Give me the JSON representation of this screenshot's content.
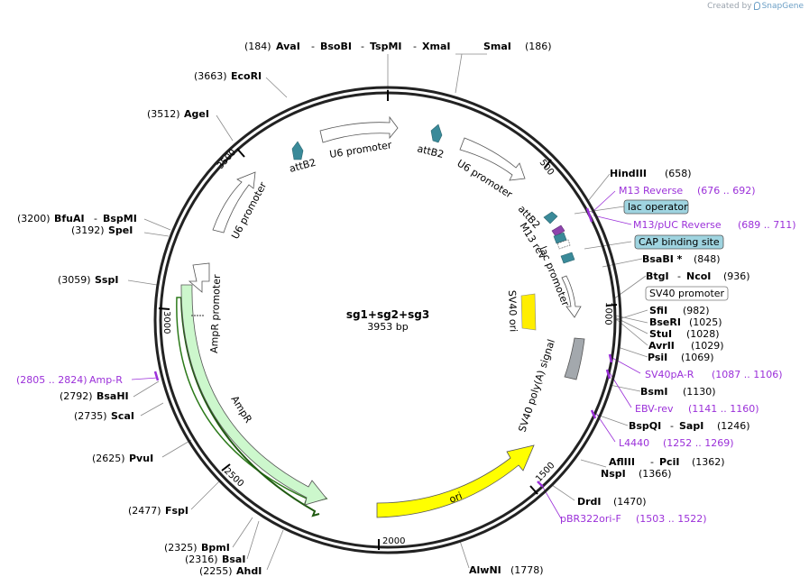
{
  "credit": {
    "prefix": "Created by",
    "brand": "SnapGene"
  },
  "plasmid": {
    "name": "sg1+sg2+sg3",
    "length_label": "3953 bp"
  },
  "ticks": [
    "500",
    "1000",
    "1500",
    "2000",
    "2500",
    "3000",
    "3500"
  ],
  "features": {
    "u6_top": "U6 promoter",
    "attb2_a": "attB2",
    "attb2_b": "attB2",
    "u6_right": "U6 promoter",
    "u6_left": "U6 promoter",
    "attb2_c": "attB2",
    "m13_rev": "M13 rev",
    "lac_promoter": "lac promoter",
    "sv40_ori": "SV40 ori",
    "sv40_polya": "SV40 poly(A) signal",
    "ori": "ori",
    "ampr": "AmpR",
    "ampr_promoter": "AmpR promoter"
  },
  "sites": {
    "top": {
      "pos1": "(184)",
      "e1": "AvaI",
      "sep1": "-",
      "e2": "BsoBI",
      "sep2": "-",
      "e3": "TspMI",
      "sep3": "-",
      "e4": "XmaI",
      "e5": "SmaI",
      "pos2": "(186)"
    },
    "ecori": {
      "pos": "(3663)",
      "name": "EcoRI"
    },
    "agei": {
      "pos": "(3512)",
      "name": "AgeI"
    },
    "bfuai": {
      "pos": "(3200)",
      "name": "BfuAI",
      "sep": "-",
      "name2": "BspMI"
    },
    "spei": {
      "pos": "(3192)",
      "name": "SpeI"
    },
    "sspi": {
      "pos": "(3059)",
      "name": "SspI"
    },
    "bsahi": {
      "pos": "(2792)",
      "name": "BsaHI"
    },
    "scai": {
      "pos": "(2735)",
      "name": "ScaI"
    },
    "pvui": {
      "pos": "(2625)",
      "name": "PvuI"
    },
    "fspi": {
      "pos": "(2477)",
      "name": "FspI"
    },
    "bpmi": {
      "pos": "(2325)",
      "name": "BpmI"
    },
    "bsai": {
      "pos": "(2316)",
      "name": "BsaI"
    },
    "ahdi": {
      "pos": "(2255)",
      "name": "AhdI"
    },
    "alwni": {
      "name": "AlwNI",
      "pos": "(1778)"
    },
    "drdi": {
      "name": "DrdI",
      "pos": "(1470)"
    },
    "afliii": {
      "name": "AflIII",
      "sep": "-",
      "name2": "PciI",
      "pos": "(1362)"
    },
    "nspi": {
      "name": "NspI",
      "pos": "(1366)"
    },
    "bspqi": {
      "name": "BspQI",
      "sep": "-",
      "name2": "SapI",
      "pos": "(1246)"
    },
    "bsmi": {
      "name": "BsmI",
      "pos": "(1130)"
    },
    "psii": {
      "name": "PsiI",
      "pos": "(1069)"
    },
    "avrii": {
      "name": "AvrII",
      "pos": "(1029)"
    },
    "stui": {
      "name": "StuI",
      "pos": "(1028)"
    },
    "bseri": {
      "name": "BseRI",
      "pos": "(1025)"
    },
    "sfii": {
      "name": "SfiI",
      "pos": "(982)"
    },
    "btgi": {
      "name": "BtgI",
      "sep": "-",
      "name2": "NcoI",
      "pos": "(936)"
    },
    "bsabi": {
      "name": "BsaBI *",
      "pos": "(848)"
    },
    "hindiii": {
      "name": "HindIII",
      "pos": "(658)"
    }
  },
  "primers": {
    "m13_reverse": {
      "name": "M13 Reverse",
      "range": "(676 .. 692)"
    },
    "m13_puc": {
      "name": "M13/pUC Reverse",
      "range": "(689 .. 711)"
    },
    "sv40pa_r": {
      "name": "SV40pA-R",
      "range": "(1087 .. 1106)"
    },
    "ebv_rev": {
      "name": "EBV-rev",
      "range": "(1141 .. 1160)"
    },
    "l4440": {
      "name": "L4440",
      "range": "(1252 .. 1269)"
    },
    "pbr322": {
      "name": "pBR322ori-F",
      "range": "(1503 .. 1522)"
    },
    "amp_r": {
      "name": "Amp-R",
      "range": "(2805 .. 2824)"
    }
  },
  "boxed": {
    "lac_operator": "lac operator",
    "cap_site": "CAP binding site",
    "sv40_promoter": "SV40 promoter"
  },
  "colors": {
    "backbone": "#222222",
    "promoter": "#ffffff",
    "attb": "#3a8a99",
    "lac": "#3a8a99",
    "m13": "#8e44ad",
    "sv40ori": "#ffee00",
    "polya": "#a3a8ad",
    "ori": "#ffff00",
    "ampr": "#ccf7cc",
    "primer": "#9b30d9",
    "box_blue": "#9fd4e0"
  }
}
